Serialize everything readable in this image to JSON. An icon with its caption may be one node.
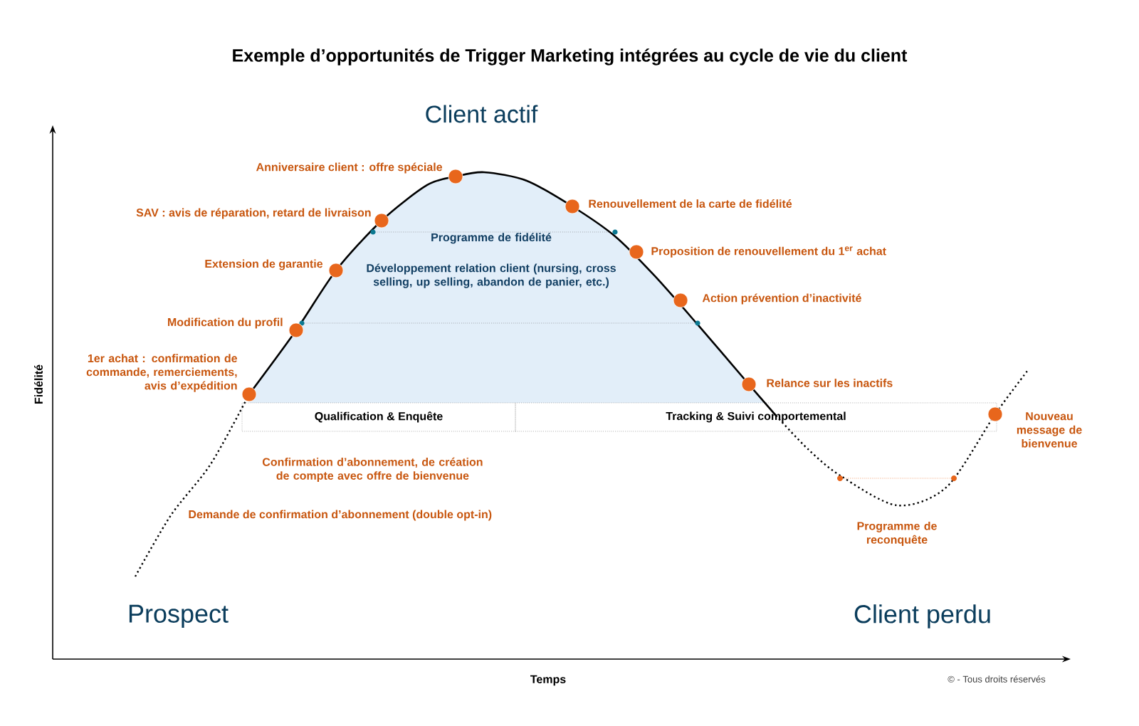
{
  "diagram": {
    "title": "Exemple d’opportunités de Trigger Marketing intégrées au cycle de vie du client",
    "nodes": [
      {
        "text": [
          "Programme de fidélité",
          "Développement relation client (nursing, cross selling, up selling, abandon de panier, etc.)"
        ]
      },
      {
        "text": [
          "Qualification & Enquête"
        ]
      },
      {
        "text": [
          "Tracking & Suivi comportemental"
        ]
      }
    ],
    "labels": [
      "Client actif",
      "Anniversaire client : offre spéciale",
      "SAV : avis de réparation, retard de livraison",
      "Renouvellement de la carte de fidélité",
      "Extension de garantie",
      "Proposition de renouvellement du 1$^{er}$ achat",
      "Action prévention d’inactivité",
      "Modification du profil",
      "1er achat : confirmation de commande, remerciements, avis d’expédition",
      "Relance sur les inactifs",
      "Nouveau message de bienvenue",
      "Confirmation d’abonnement, de création de compte avec offre de bienvenue",
      "Demande de confirmation d’abonnement (double opt-in)",
      "Programme de reconquête",
      "Fidélité",
      "Prospect",
      "Client perdu",
      "Temps",
      "© - Tous droits réservés"
    ]
  }
}
